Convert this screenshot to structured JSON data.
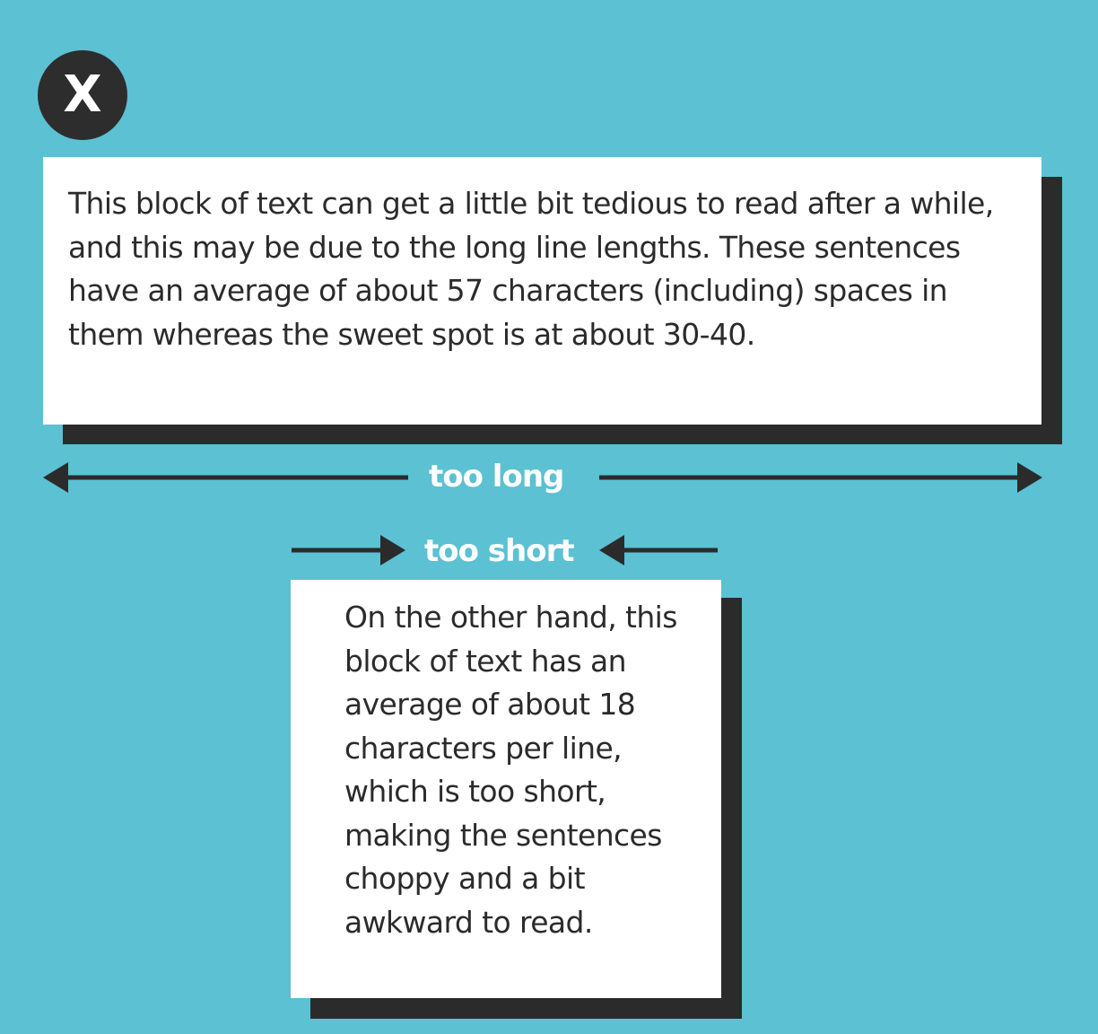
{
  "badge": {
    "symbol": "X"
  },
  "long_example": {
    "text": "This block of text can get a little bit tedious to read after a while, and this may be due to the long line lengths. These sentences have an average of about 57 characters (including) spaces in them whereas the sweet spot is at about 30-40."
  },
  "labels": {
    "too_long": "too long",
    "too_short": "too short"
  },
  "short_example": {
    "text": "On the other hand, this block of text has an average of about 18 characters per line, which is too short, making the sentences choppy and a bit awkward to read."
  },
  "colors": {
    "background": "#5bc1d3",
    "dark": "#2b2b2b",
    "card": "#ffffff",
    "label": "#ffffff"
  },
  "icons": {
    "badge": "x-icon",
    "arrows": [
      "arrow-left-icon",
      "arrow-right-icon"
    ]
  }
}
